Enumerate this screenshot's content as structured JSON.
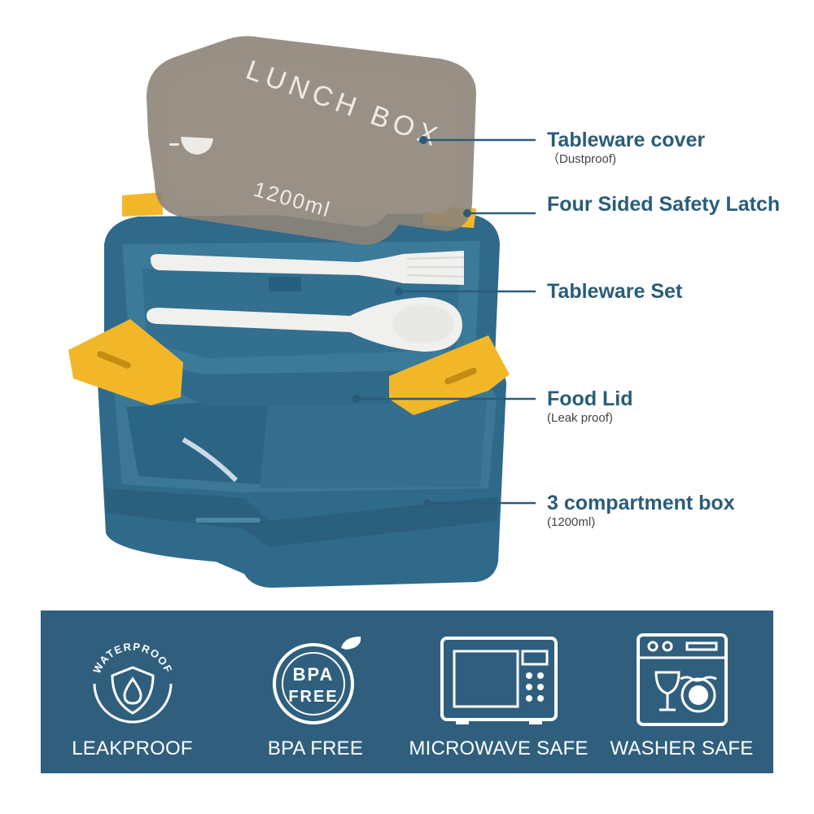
{
  "colors": {
    "box_blue": "#2f6a8a",
    "latch_yellow": "#f2b729",
    "cover_gray": "#8d8478",
    "callout_text": "#2a5c7a",
    "banner_bg": "#2f5f7d"
  },
  "product": {
    "cover_brand": "LUNCH BOX",
    "cover_capacity": "1200ml"
  },
  "callouts": [
    {
      "title": "Tableware cover",
      "sub": "（Dustproof)"
    },
    {
      "title": "Four Sided Safety Latch",
      "sub": ""
    },
    {
      "title": "Tableware Set",
      "sub": ""
    },
    {
      "title": "Food Lid",
      "sub": "(Leak proof)"
    },
    {
      "title": "3 compartment box",
      "sub": "(1200ml)"
    }
  ],
  "features": [
    {
      "label": "LEAKPROOF",
      "badge": "WATERPROOF",
      "icon": "shield-drop-icon"
    },
    {
      "label": "BPA FREE",
      "badge_line1": "BPA",
      "badge_line2": "FREE",
      "icon": "leaf-badge-icon"
    },
    {
      "label": "MICROWAVE SAFE",
      "icon": "microwave-icon"
    },
    {
      "label": "WASHER SAFE",
      "icon": "dishwasher-icon"
    }
  ]
}
